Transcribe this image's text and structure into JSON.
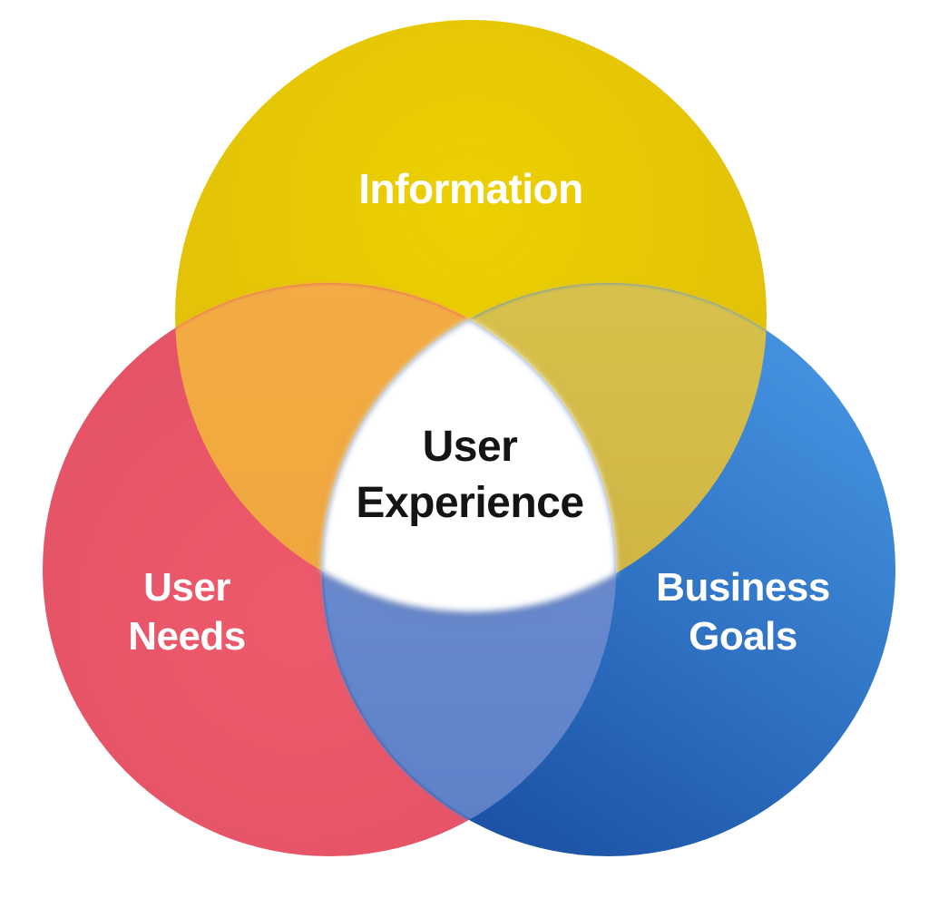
{
  "diagram": {
    "type": "venn",
    "regions": {
      "information": {
        "label": "Information"
      },
      "user_needs": {
        "line1": "User",
        "line2": "Needs"
      },
      "business_goals": {
        "line1": "Business",
        "line2": "Goals"
      },
      "center": {
        "line1": "User",
        "line2": "Experience"
      }
    }
  },
  "colors": {
    "background": "#ffffff",
    "information_center": "#ecd000",
    "information_edge": "#debb0b",
    "user_needs_center": "#ed5a6b",
    "user_needs_edge": "#e25065",
    "business_goals_light": "#4390df",
    "business_goals_dark": "#1b52a5",
    "overlap_info_needs_top": "#f3ac44",
    "overlap_info_needs_bottom": "#eda238",
    "overlap_info_goals_top": "#d8c14c",
    "overlap_info_goals_bottom": "#c9a93c",
    "overlap_needs_goals_top": "#7192d8",
    "overlap_needs_goals_bottom": "#5e80c7",
    "center_region": "#ffffff",
    "label_text": "#ffffff",
    "center_text": "#141414"
  }
}
